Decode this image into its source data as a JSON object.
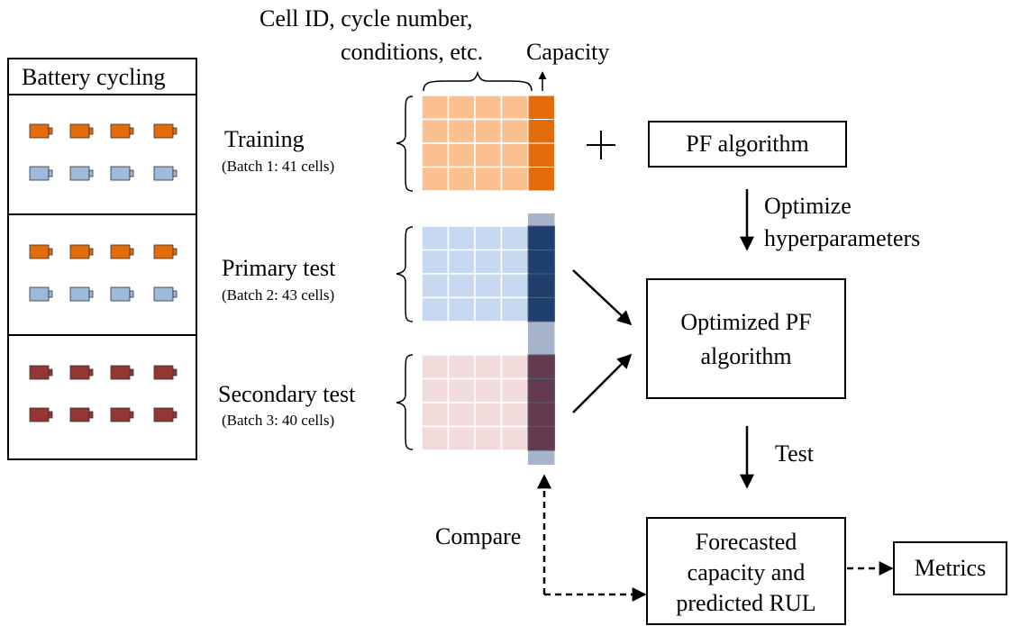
{
  "battery_panel": {
    "title": "Battery cycling",
    "groups": [
      {
        "color": "#E36C0A",
        "color2": "#9DB9DC"
      },
      {
        "color": "#E36C0A",
        "color2": "#9DB9DC"
      },
      {
        "color": "#943634",
        "color2": "#943634"
      }
    ]
  },
  "header": {
    "features_line1": "Cell ID, cycle number,",
    "features_line2": "conditions, etc.",
    "capacity": "Capacity"
  },
  "datasets": [
    {
      "name": "Training",
      "batch": "(Batch 1: 41 cells)",
      "feature_color": "#FAC090",
      "capacity_color": "#E36C0A"
    },
    {
      "name": "Primary test",
      "batch": "(Batch 2: 43 cells)",
      "feature_color": "#C6D9F1",
      "capacity_color": "#1F3F6E"
    },
    {
      "name": "Secondary test",
      "batch": "(Batch 3: 40 cells)",
      "feature_color": "#F2DCDB",
      "capacity_color": "#633A4E"
    }
  ],
  "gap_color": "#A6B5CC",
  "flow": {
    "pf_algorithm": "PF algorithm",
    "plus": "+",
    "optimize_line1": "Optimize",
    "optimize_line2": "hyperparameters",
    "optimized_line1": "Optimized PF",
    "optimized_line2": "algorithm",
    "test": "Test",
    "forecast_line1": "Forecasted",
    "forecast_line2": "capacity and",
    "forecast_line3": "predicted RUL",
    "compare": "Compare",
    "metrics": "Metrics"
  }
}
